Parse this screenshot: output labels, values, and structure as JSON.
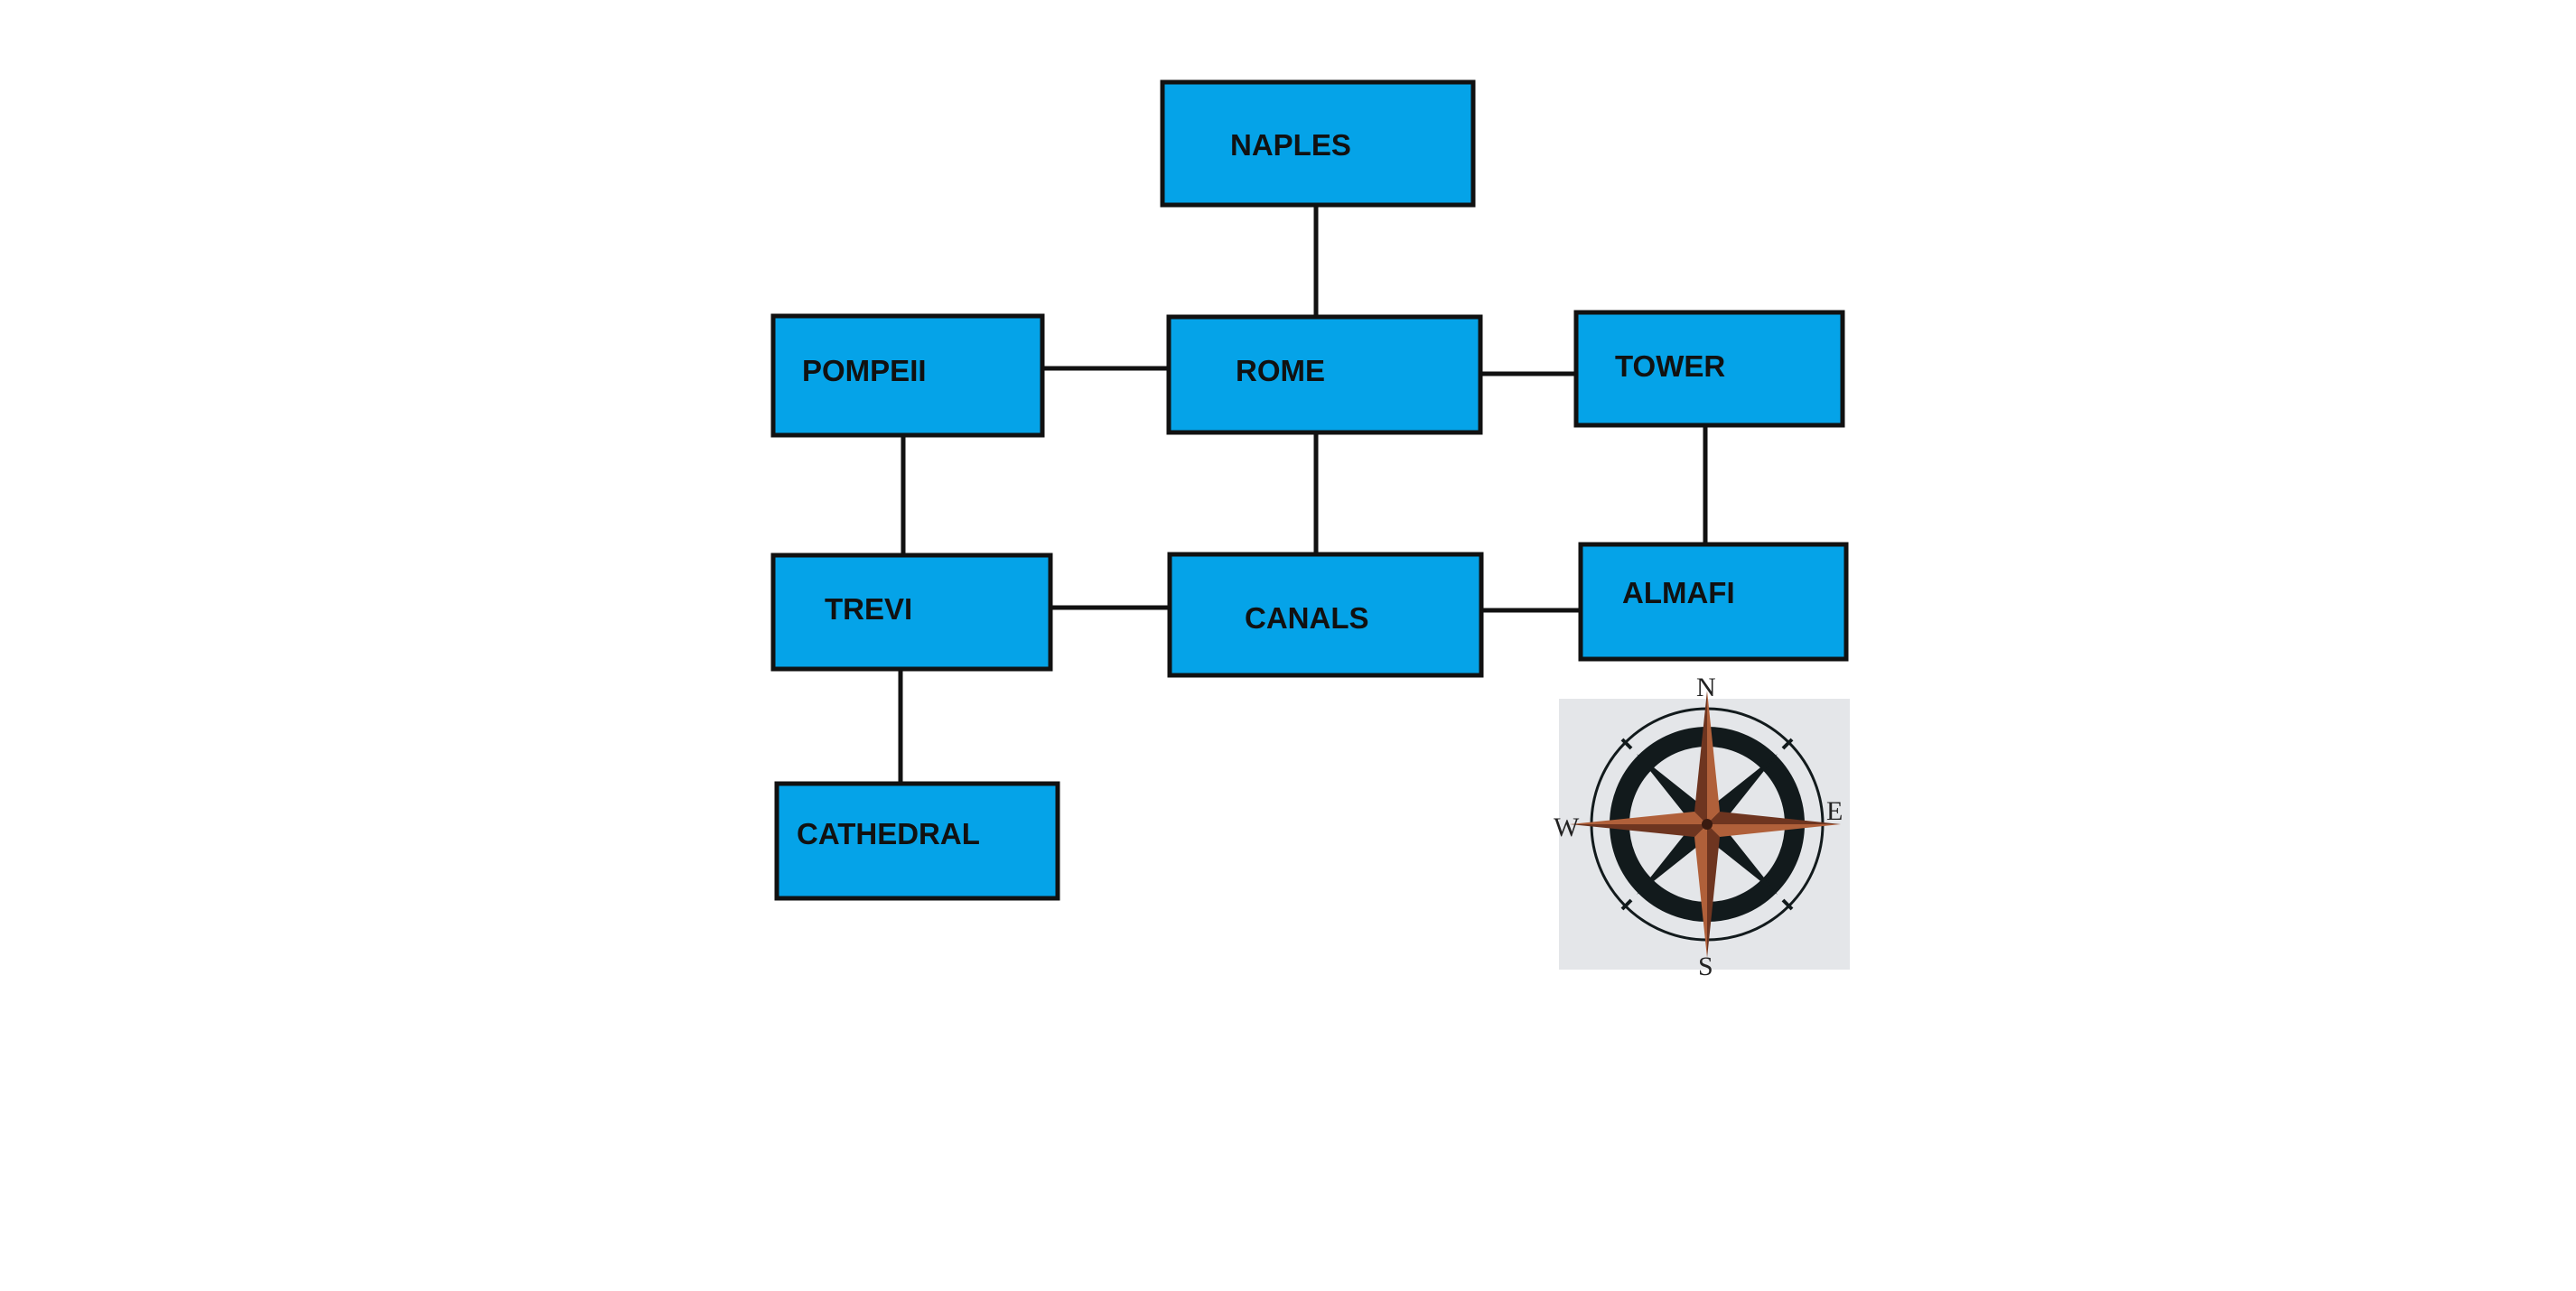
{
  "colors": {
    "node_fill": "#05a3e8",
    "node_border": "#111111",
    "edge": "#111111",
    "compass_bg": "#e4e6e9",
    "compass_ring": "#121a1c",
    "compass_star": "#8b4a2e"
  },
  "nodes": {
    "naples": "NAPLES",
    "pompeii": "POMPEII",
    "rome": "ROME",
    "tower": "TOWER",
    "trevi": "TREVI",
    "canals": "CANALS",
    "almafi": "ALMAFI",
    "cathedral": "CATHEDRAL"
  },
  "edges": [
    [
      "naples",
      "rome"
    ],
    [
      "pompeii",
      "rome"
    ],
    [
      "rome",
      "tower"
    ],
    [
      "pompeii",
      "trevi"
    ],
    [
      "rome",
      "canals"
    ],
    [
      "tower",
      "almafi"
    ],
    [
      "trevi",
      "canals"
    ],
    [
      "canals",
      "almafi"
    ],
    [
      "trevi",
      "cathedral"
    ]
  ],
  "compass": {
    "icon": "compass-rose-icon",
    "north": "N",
    "south": "S",
    "east": "E",
    "west": "W"
  }
}
